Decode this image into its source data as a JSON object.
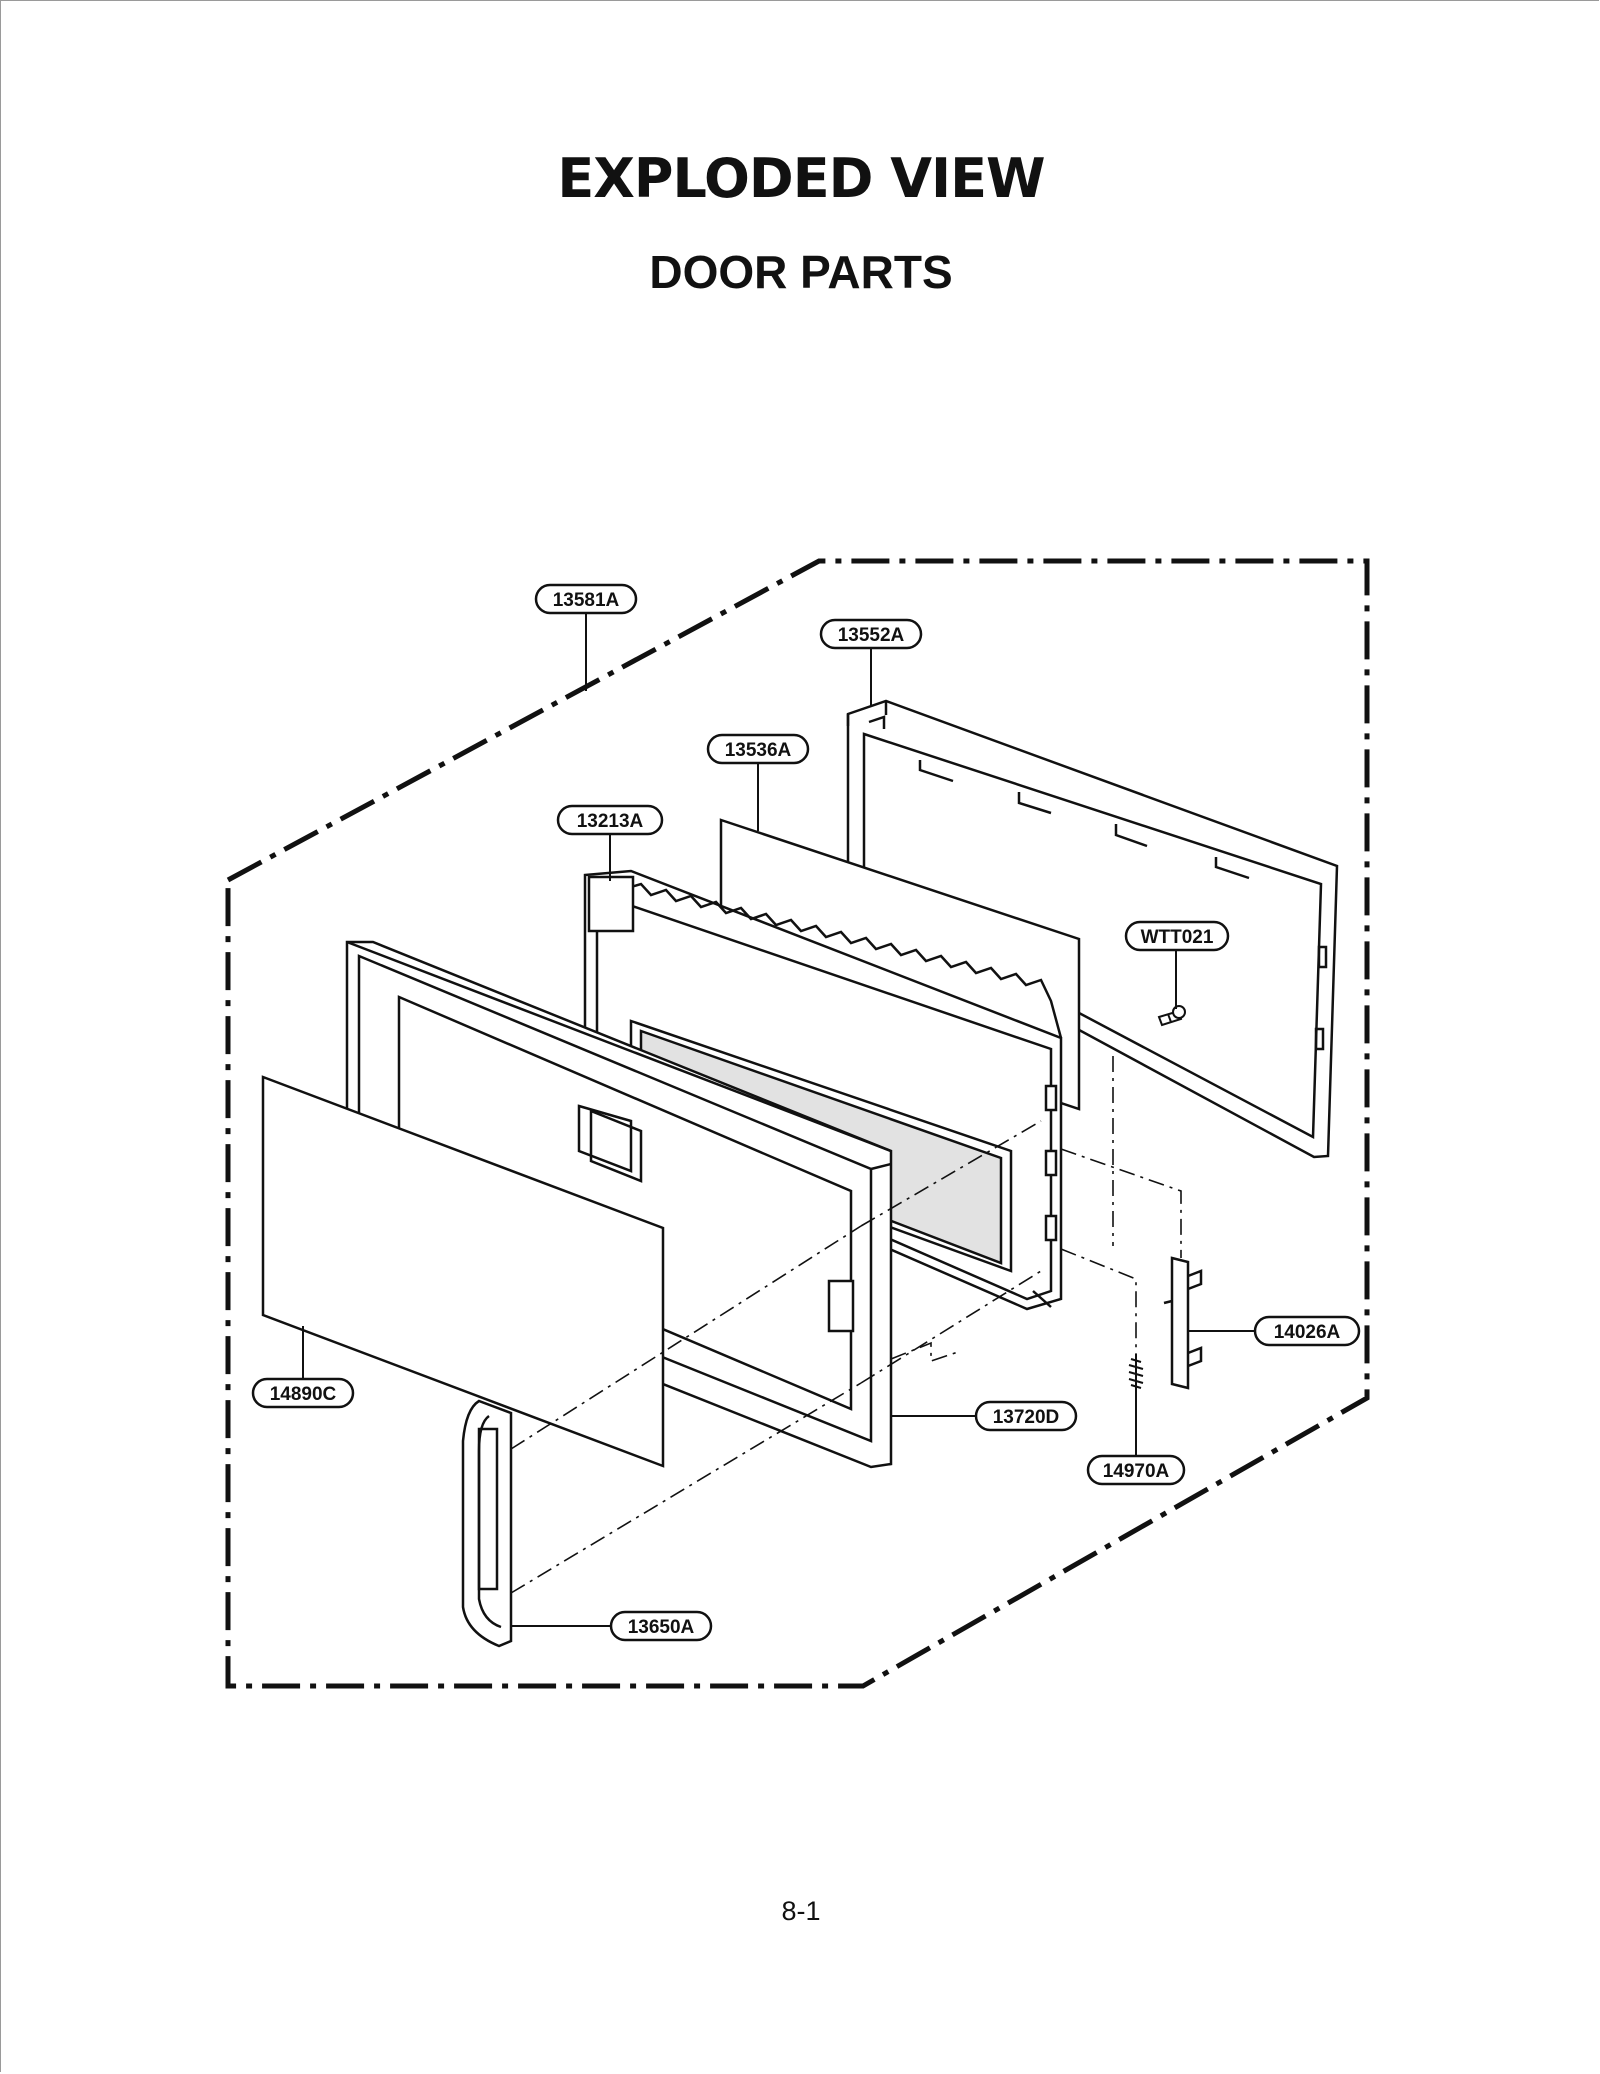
{
  "header": {
    "title": "EXPLODED VIEW",
    "subtitle": "DOOR PARTS"
  },
  "callouts": {
    "c13581A": "13581A",
    "c13552A": "13552A",
    "c13536A": "13536A",
    "c13213A": "13213A",
    "cWTT021": "WTT021",
    "c14026A": "14026A",
    "c14890C": "14890C",
    "c13720D": "13720D",
    "c14970A": "14970A",
    "c13650A": "13650A"
  },
  "footer": {
    "page_number": "8-1"
  }
}
